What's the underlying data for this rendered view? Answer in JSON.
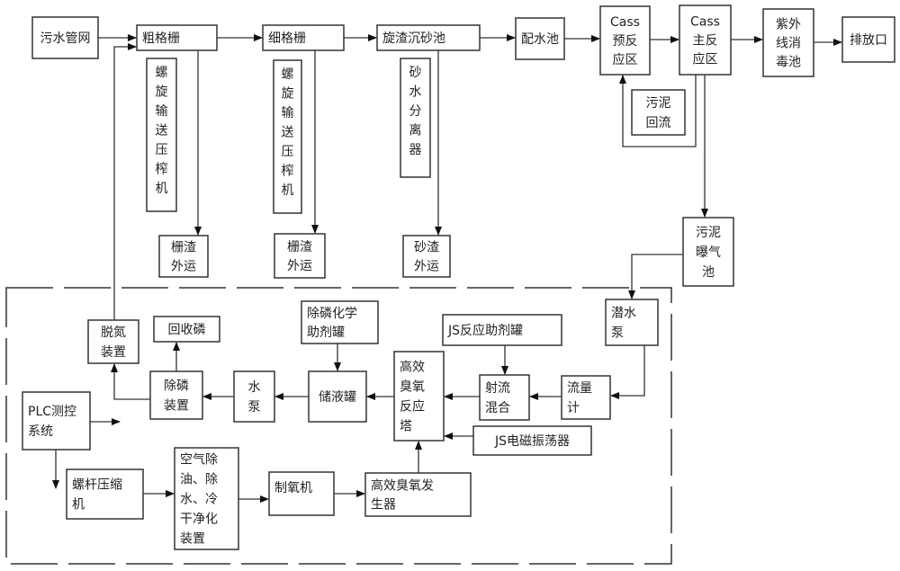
{
  "boxes": {
    "sewer": {
      "lines": [
        "污水管网"
      ]
    },
    "coarse": {
      "lines": [
        "粗格栅"
      ]
    },
    "fine": {
      "lines": [
        "细格栅"
      ]
    },
    "grit": {
      "lines": [
        "旋渣沉砂池"
      ]
    },
    "dist": {
      "lines": [
        "配水池"
      ]
    },
    "cass_pre": {
      "lines": [
        "Cass",
        "预反",
        "应区"
      ]
    },
    "cass_main": {
      "lines": [
        "Cass",
        "主反",
        "应区"
      ]
    },
    "uv": {
      "lines": [
        "紫外",
        "线消",
        "毒池"
      ]
    },
    "outlet": {
      "lines": [
        "排放口"
      ]
    },
    "screw1": {
      "lines": [
        "螺",
        "旋",
        "输",
        "送",
        "压",
        "榨",
        "机"
      ]
    },
    "screw2": {
      "lines": [
        "螺",
        "旋",
        "输",
        "送",
        "压",
        "榨",
        "机"
      ]
    },
    "sandsep": {
      "lines": [
        "砂",
        "水",
        "分",
        "离",
        "器"
      ]
    },
    "slag1": {
      "lines": [
        "栅渣",
        "外运"
      ]
    },
    "slag2": {
      "lines": [
        "栅渣",
        "外运"
      ]
    },
    "sand_out": {
      "lines": [
        "砂渣",
        "外运"
      ]
    },
    "return": {
      "lines": [
        "污泥",
        "回流"
      ]
    },
    "aeration": {
      "lines": [
        "污泥",
        "曝气",
        "池"
      ]
    },
    "denitr": {
      "lines": [
        "脱氮",
        "装置"
      ]
    },
    "recover_p": {
      "lines": [
        "回收磷"
      ]
    },
    "dephos": {
      "lines": [
        "除磷",
        "装置"
      ]
    },
    "pump": {
      "lines": [
        "水",
        "泵"
      ]
    },
    "chem_tank": {
      "lines": [
        "除磷化学",
        "助剂罐"
      ]
    },
    "storage": {
      "lines": [
        "储液罐"
      ]
    },
    "ozone_tower": {
      "lines": [
        "高效",
        "臭氧",
        "反应",
        "塔"
      ]
    },
    "js_tank": {
      "lines": [
        "JS反应助剂罐"
      ]
    },
    "jet_mix": {
      "lines": [
        "射流",
        "混合"
      ]
    },
    "flowmeter": {
      "lines": [
        "流量",
        "计"
      ]
    },
    "sub_pump": {
      "lines": [
        "潜水",
        "泵"
      ]
    },
    "js_osc": {
      "lines": [
        "JS电磁振荡器"
      ]
    },
    "plc": {
      "lines": [
        "PLC测控",
        "系统"
      ]
    },
    "compressor": {
      "lines": [
        "螺杆压缩",
        "机"
      ]
    },
    "air_clean": {
      "lines": [
        "空气除",
        "油、除",
        "水、冷",
        "干净化",
        "装置"
      ]
    },
    "oxygen": {
      "lines": [
        "制氧机"
      ]
    },
    "ozone_gen": {
      "lines": [
        "高效臭氧发",
        "生器"
      ]
    }
  }
}
